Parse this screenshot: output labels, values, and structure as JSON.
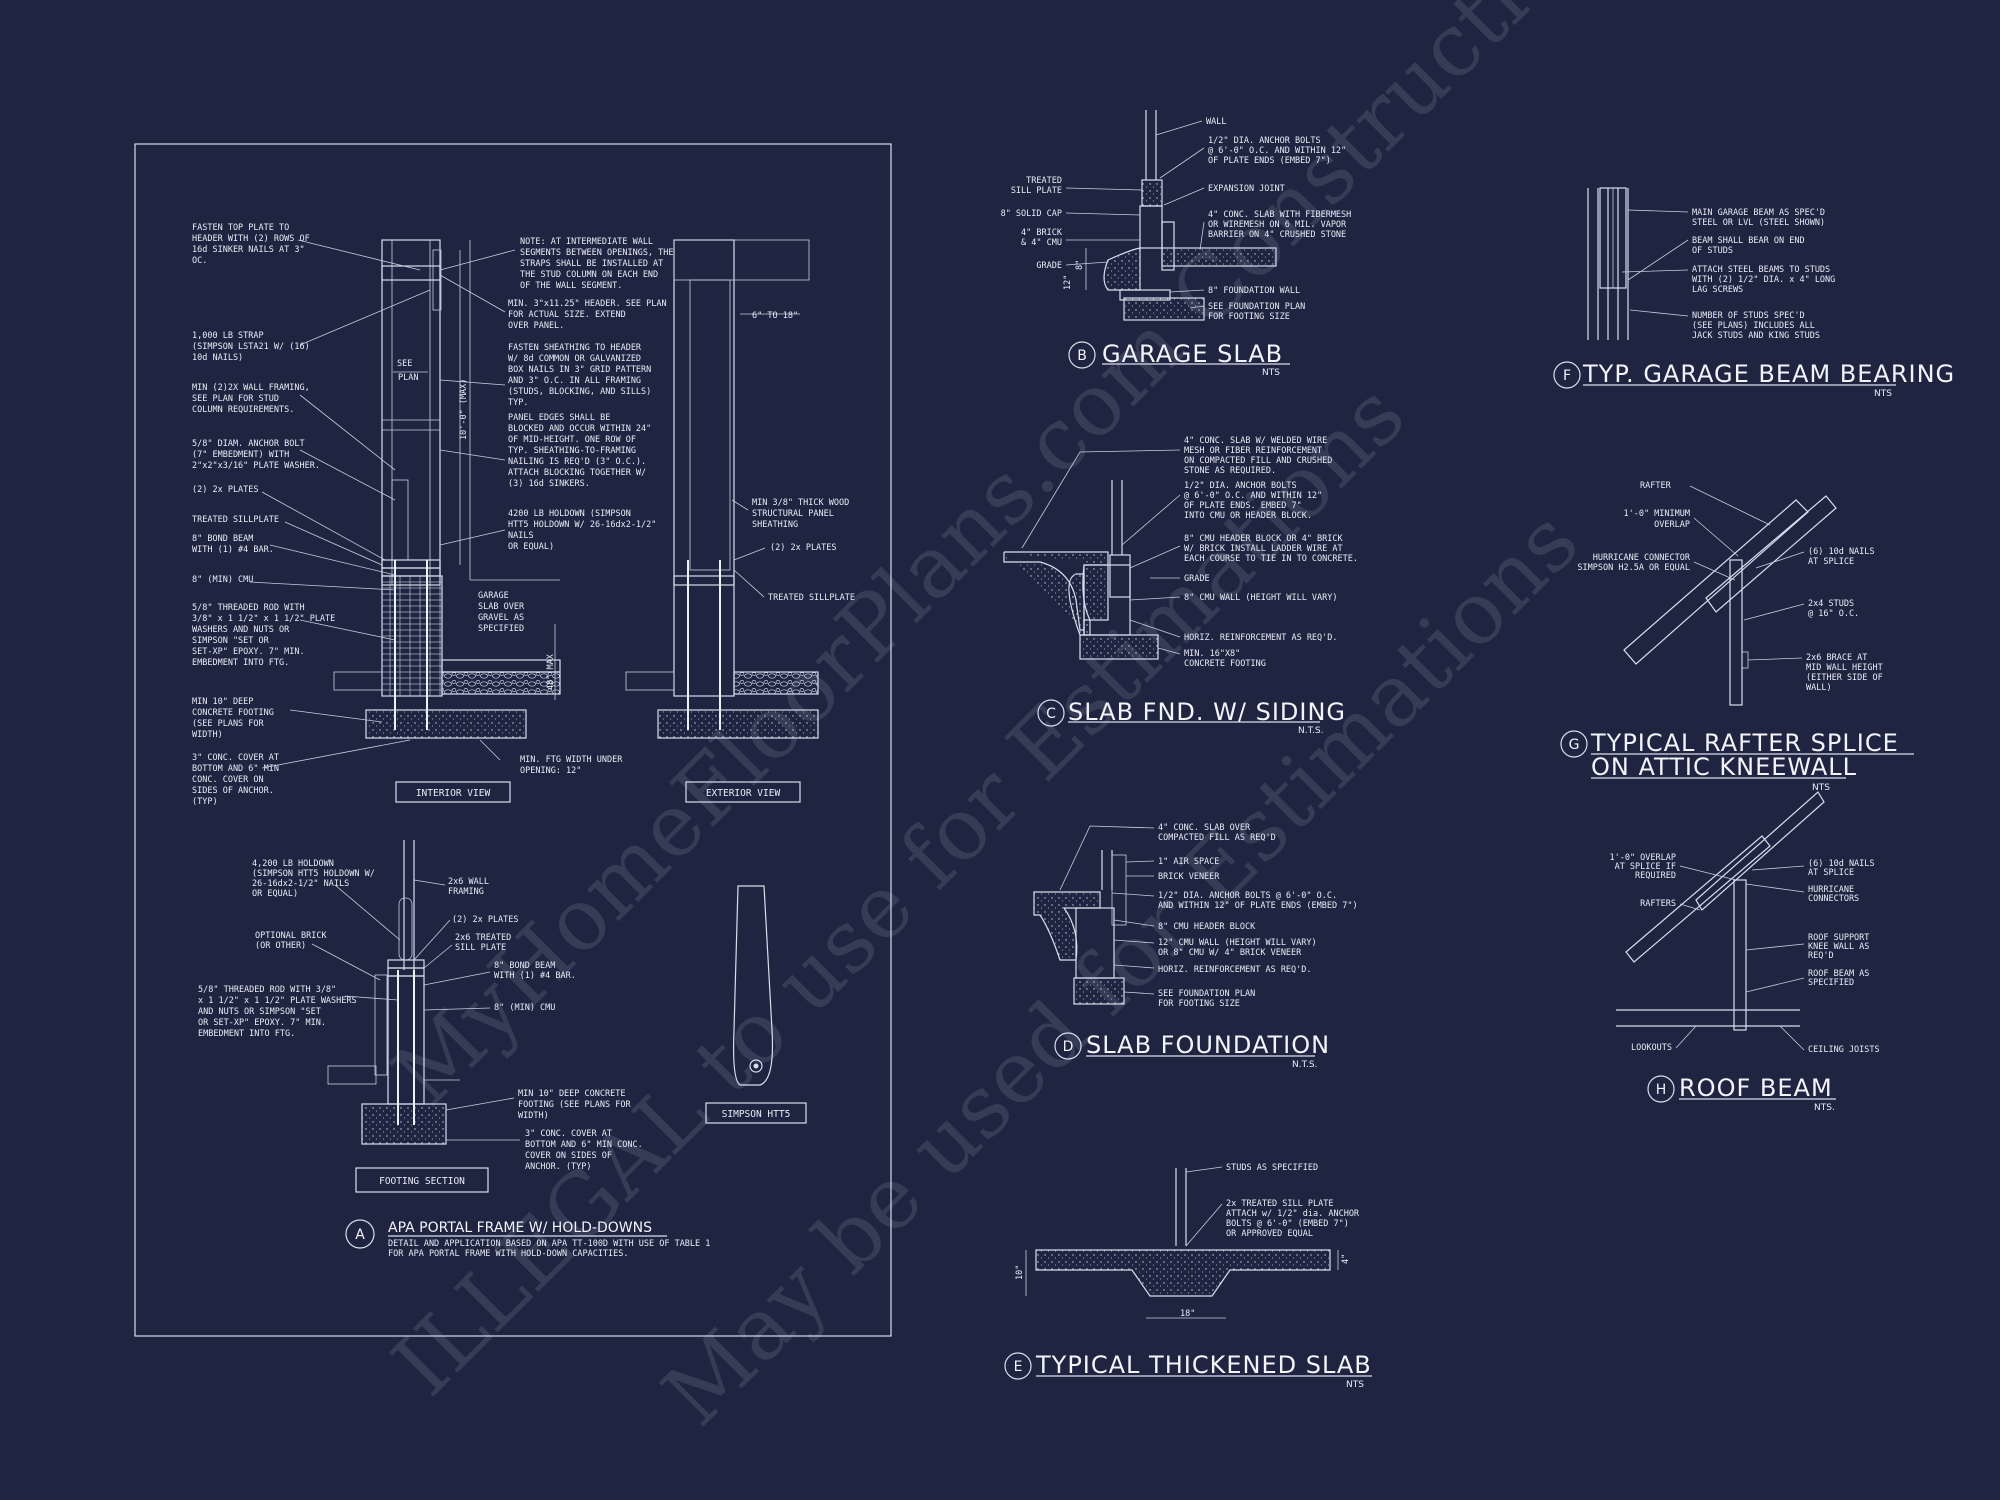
{
  "watermark": {
    "line1": "MyHomeFloorPlans.com Construction",
    "line2": "ILLEGAL to use for Estimations",
    "line3": "May be used for Estimations"
  },
  "detail_a": {
    "letter": "A",
    "title": "APA PORTAL FRAME W/ HOLD-DOWNS",
    "subtitle1": "DETAIL AND APPLICATION BASED ON APA TT-100D WITH USE OF TABLE 1",
    "subtitle2": "FOR APA PORTAL FRAME WITH HOLD-DOWN CAPACITIES.",
    "interior_label": "INTERIOR VIEW",
    "exterior_label": "EXTERIOR VIEW",
    "footing_label": "FOOTING SECTION",
    "simpson_label": "SIMPSON HTT5",
    "dim_see_plan": [
      "SEE",
      "PLAN"
    ],
    "dim_height": "10'-0\" (MAX)",
    "dim_6to18": "6\" TO 18\"",
    "dim_48max": "48\" MAX",
    "left_notes": [
      [
        "FASTEN TOP PLATE TO",
        "HEADER WITH (2) ROWS OF",
        "16d SINKER NAILS AT 3\"",
        "OC."
      ],
      [
        "1,000 LB STRAP",
        "(SIMPSON LSTA21 W/ (16)",
        "10d NAILS)"
      ],
      [
        "MIN (2)2X WALL FRAMING,",
        "SEE PLAN FOR STUD",
        "COLUMN REQUIREMENTS."
      ],
      [
        "5/8\" DIAM. ANCHOR BOLT",
        "(7\" EMBEDMENT) WITH",
        "2\"x2\"x3/16\" PLATE WASHER."
      ],
      [
        "(2) 2x PLATES"
      ],
      [
        "TREATED SILLPLATE"
      ],
      [
        "8\" BOND BEAM",
        "WITH (1) #4 BAR."
      ],
      [
        "8\" (MIN) CMU"
      ],
      [
        "5/8\" THREADED ROD WITH",
        "3/8\" x 1 1/2\" x 1 1/2\" PLATE",
        "WASHERS AND NUTS OR",
        "SIMPSON \"SET OR",
        "SET-XP\" EPOXY. 7\" MIN.",
        "EMBEDMENT INTO FTG."
      ],
      [
        "MIN 10\" DEEP",
        "CONCRETE FOOTING",
        "(SEE PLANS FOR",
        "WIDTH)"
      ],
      [
        "3\" CONC. COVER AT",
        "BOTTOM AND 6\" MIN",
        "CONC. COVER ON",
        "SIDES OF ANCHOR.",
        "(TYP)"
      ]
    ],
    "mid_notes": [
      [
        "NOTE: AT INTERMEDIATE WALL",
        "SEGMENTS BETWEEN OPENINGS, THE",
        "STRAPS SHALL BE INSTALLED AT",
        "THE STUD COLUMN ON EACH END",
        "OF THE WALL SEGMENT."
      ],
      [
        "MIN. 3\"x11.25\" HEADER. SEE PLAN",
        "FOR ACTUAL SIZE. EXTEND",
        "OVER PANEL."
      ],
      [
        "FASTEN SHEATHING TO HEADER",
        "W/ 8d COMMON OR GALVANIZED",
        "BOX NAILS IN 3\" GRID PATTERN",
        "AND 3\" O.C. IN ALL FRAMING",
        "(STUDS, BLOCKING, AND SILLS)",
        "TYP."
      ],
      [
        "PANEL EDGES SHALL BE",
        "BLOCKED AND OCCUR WITHIN 24\"",
        "OF MID-HEIGHT. ONE ROW OF",
        "TYP. SHEATHING-TO-FRAMING",
        "NAILING IS REQ'D (3\" O.C.).",
        "ATTACH BLOCKING TOGETHER W/",
        "(3) 16d SINKERS."
      ],
      [
        "4200 LB HOLDOWN (SIMPSON",
        "HTT5 HOLDOWN W/ 26-16dx2-1/2\"",
        "NAILS",
        "OR EQUAL)"
      ],
      [
        "GARAGE",
        "SLAB OVER",
        "GRAVEL AS",
        "SPECIFIED"
      ],
      [
        "MIN. FTG WIDTH UNDER",
        "OPENING: 12\""
      ]
    ],
    "ext_notes": [
      [
        "MIN 3/8\" THICK WOOD",
        "STRUCTURAL PANEL",
        "SHEATHING"
      ],
      [
        "(2) 2x PLATES"
      ],
      [
        "TREATED SILLPLATE"
      ]
    ],
    "footing_notes": [
      [
        "4,200 LB HOLDOWN",
        "(SIMPSON HTT5 HOLDOWN W/",
        "26-16dx2-1/2\" NAILS",
        "OR EQUAL)"
      ],
      [
        "OPTIONAL BRICK",
        "(OR OTHER)"
      ],
      [
        "5/8\" THREADED ROD WITH 3/8\"",
        "x 1 1/2\" x 1 1/2\" PLATE WASHERS",
        "AND NUTS OR SIMPSON \"SET",
        "OR SET-XP\" EPOXY. 7\" MIN.",
        "EMBEDMENT INTO FTG."
      ],
      [
        "2x6 WALL",
        "FRAMING"
      ],
      [
        "(2) 2x PLATES"
      ],
      [
        "2x6 TREATED",
        "SILL PLATE"
      ],
      [
        "8\" BOND BEAM",
        "WITH (1) #4 BAR."
      ],
      [
        "8\" (MIN) CMU"
      ],
      [
        "MIN 10\" DEEP CONCRETE",
        "FOOTING (SEE PLANS FOR",
        "WIDTH)"
      ],
      [
        "3\" CONC. COVER AT",
        "BOTTOM AND 6\" MIN CONC.",
        "COVER ON SIDES OF",
        "ANCHOR. (TYP)"
      ]
    ]
  },
  "detail_b": {
    "letter": "B",
    "title": "GARAGE SLAB",
    "nts": "NTS",
    "notes_right": [
      [
        "WALL"
      ],
      [
        "1/2\" DIA. ANCHOR BOLTS",
        "@ 6'-0\" O.C. AND WITHIN 12\"",
        "OF PLATE ENDS (EMBED 7\")"
      ],
      [
        "EXPANSION JOINT"
      ],
      [
        "4\" CONC. SLAB WITH FIBERMESH",
        "OR WIREMESH ON 6 MIL. VAPOR",
        "BARRIER ON 4\" CRUSHED STONE"
      ],
      [
        "8\" FOUNDATION WALL"
      ],
      [
        "SEE FOUNDATION PLAN",
        "FOR FOOTING SIZE"
      ]
    ],
    "notes_left": [
      [
        "TREATED",
        "SILL PLATE"
      ],
      [
        "8\" SOLID CAP"
      ],
      [
        "4\" BRICK",
        "& 4\" CMU"
      ],
      [
        "GRADE"
      ]
    ],
    "dims": [
      "8\"",
      "12\""
    ]
  },
  "detail_c": {
    "letter": "C",
    "title": "SLAB FND. W/ SIDING",
    "nts": "N.T.S.",
    "notes": [
      [
        "4\" CONC. SLAB W/ WELDED WIRE",
        "MESH OR FIBER REINFORCEMENT",
        "ON COMPACTED FILL AND CRUSHED",
        "STONE AS REQUIRED."
      ],
      [
        "1/2\" DIA. ANCHOR BOLTS",
        "@ 6'-0\" O.C. AND WITHIN 12\"",
        "OF PLATE ENDS. EMBED 7\"",
        "INTO CMU OR HEADER BLOCK."
      ],
      [
        "8\" CMU HEADER BLOCK OR 4\" BRICK",
        "W/ BRICK INSTALL LADDER WIRE AT",
        "EACH COURSE TO TIE IN TO CONCRETE."
      ],
      [
        "GRADE"
      ],
      [
        "8\" CMU WALL (HEIGHT WILL VARY)"
      ],
      [
        "HORIZ. REINFORCEMENT AS REQ'D."
      ],
      [
        "MIN. 16\"X8\"",
        "CONCRETE FOOTING"
      ]
    ]
  },
  "detail_d": {
    "letter": "D",
    "title": "SLAB FOUNDATION",
    "nts": "N.T.S.",
    "notes": [
      [
        "4\" CONC. SLAB OVER",
        "COMPACTED FILL AS REQ'D"
      ],
      [
        "1\" AIR SPACE"
      ],
      [
        "BRICK VENEER"
      ],
      [
        "1/2\" DIA. ANCHOR BOLTS @ 6'-0\" O.C.",
        "AND WITHIN 12\" OF PLATE ENDS (EMBED 7\")"
      ],
      [
        "8\" CMU HEADER BLOCK"
      ],
      [
        "12\" CMU WALL (HEIGHT WILL VARY)",
        "OR 8\" CMU W/ 4\" BRICK VENEER"
      ],
      [
        "HORIZ. REINFORCEMENT AS REQ'D."
      ],
      [
        "SEE FOUNDATION PLAN",
        "FOR FOOTING SIZE"
      ]
    ]
  },
  "detail_e": {
    "letter": "E",
    "title": "TYPICAL THICKENED SLAB",
    "nts": "NTS",
    "notes": [
      [
        "STUDS AS SPECIFIED"
      ],
      [
        "2x TREATED SILL PLATE",
        "ATTACH w/ 1/2\" dia. ANCHOR",
        "BOLTS @ 6'-0\" (EMBED 7\")",
        "OR APPROVED EQUAL"
      ]
    ],
    "dims": [
      "10\"",
      "18\"",
      "4\""
    ]
  },
  "detail_f": {
    "letter": "F",
    "title": "TYP. GARAGE BEAM BEARING",
    "nts": "NTS",
    "notes": [
      [
        "MAIN GARAGE BEAM AS SPEC'D",
        "STEEL OR LVL (STEEL SHOWN)"
      ],
      [
        "BEAM SHALL BEAR ON END",
        "OF STUDS"
      ],
      [
        "ATTACH STEEL BEAMS TO STUDS",
        "WITH (2) 1/2\" DIA. x 4\" LONG",
        "LAG SCREWS"
      ],
      [
        "NUMBER OF STUDS SPEC'D",
        "(SEE PLANS) INCLUDES ALL",
        "JACK STUDS AND KING STUDS"
      ]
    ]
  },
  "detail_g": {
    "letter": "G",
    "title1": "TYPICAL RAFTER SPLICE",
    "title2": "ON ATTIC KNEEWALL",
    "nts": "NTS",
    "notes": [
      [
        "RAFTER"
      ],
      [
        "1'-0\" MINIMUM",
        "OVERLAP"
      ],
      [
        "HURRICANE CONNECTOR",
        "SIMPSON H2.5A OR EQUAL"
      ],
      [
        "(6) 10d NAILS",
        "AT SPLICE"
      ],
      [
        "2x4 STUDS",
        "@ 16\" O.C."
      ],
      [
        "2x6 BRACE AT",
        "MID WALL HEIGHT",
        "(EITHER SIDE OF",
        "WALL)"
      ]
    ]
  },
  "detail_h": {
    "letter": "H",
    "title": "ROOF BEAM",
    "nts": "NTS.",
    "notes": [
      [
        "1'-0\" OVERLAP",
        "AT SPLICE IF",
        "REQUIRED"
      ],
      [
        "RAFTERS"
      ],
      [
        "(6) 10d NAILS",
        "AT SPLICE"
      ],
      [
        "HURRICANE",
        "CONNECTORS"
      ],
      [
        "ROOF SUPPORT",
        "KNEE WALL AS",
        "REQ'D"
      ],
      [
        "ROOF BEAM AS",
        "SPECIFIED"
      ],
      [
        "LOOKOUTS"
      ],
      [
        "CEILING JOISTS"
      ]
    ]
  },
  "colors": {
    "background": "#1f2541",
    "line": "#d9deec",
    "text": "#e8ecf6"
  }
}
